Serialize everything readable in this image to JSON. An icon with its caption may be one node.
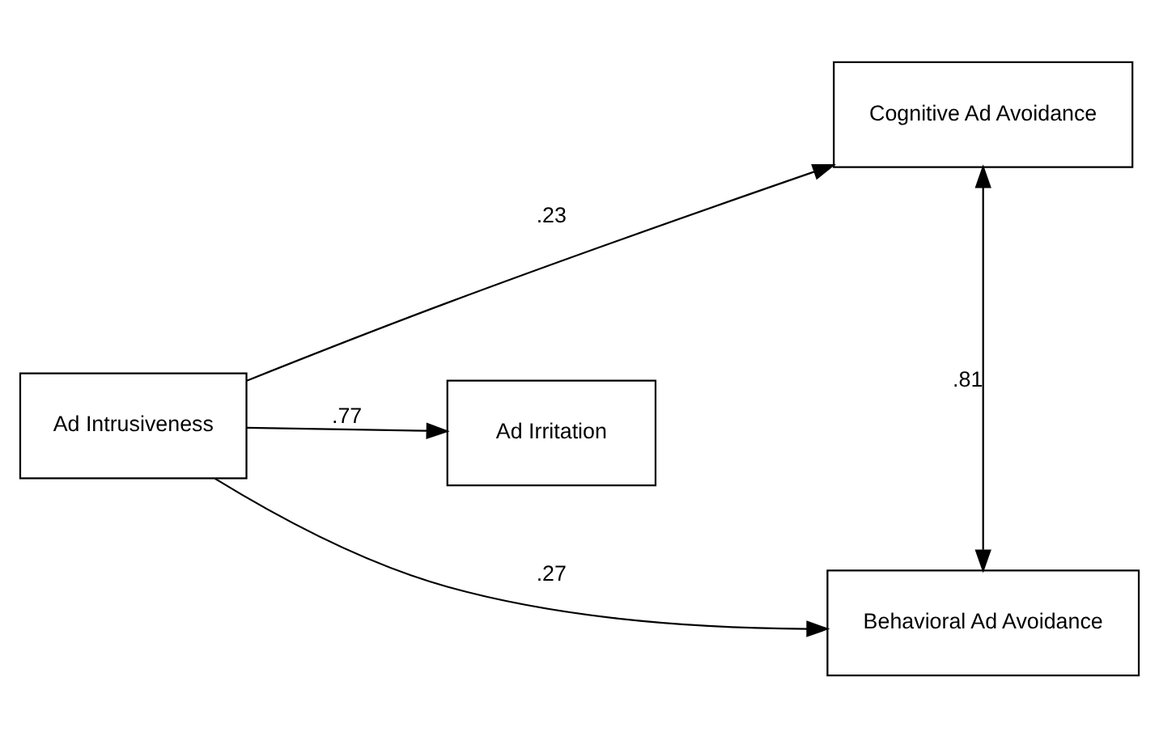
{
  "diagram": {
    "nodes": [
      {
        "text": [
          "Cognitive Ad Avoidance"
        ]
      },
      {
        "text": [
          "Ad Intrusiveness"
        ]
      },
      {
        "text": [
          "Ad Irritation"
        ]
      },
      {
        "text": [
          "Behavioral Ad Avoidance"
        ]
      }
    ],
    "edges": [
      {
        "from": 1,
        "to": 0,
        "arrow": "to",
        "label": ".23"
      },
      {
        "from": 1,
        "to": 2,
        "arrow": "to",
        "label": ".77"
      },
      {
        "from": 1,
        "to": 3,
        "arrow": "to",
        "label": ".27"
      },
      {
        "from": 0,
        "to": 3,
        "arrow": "both",
        "label": ".81"
      }
    ]
  }
}
